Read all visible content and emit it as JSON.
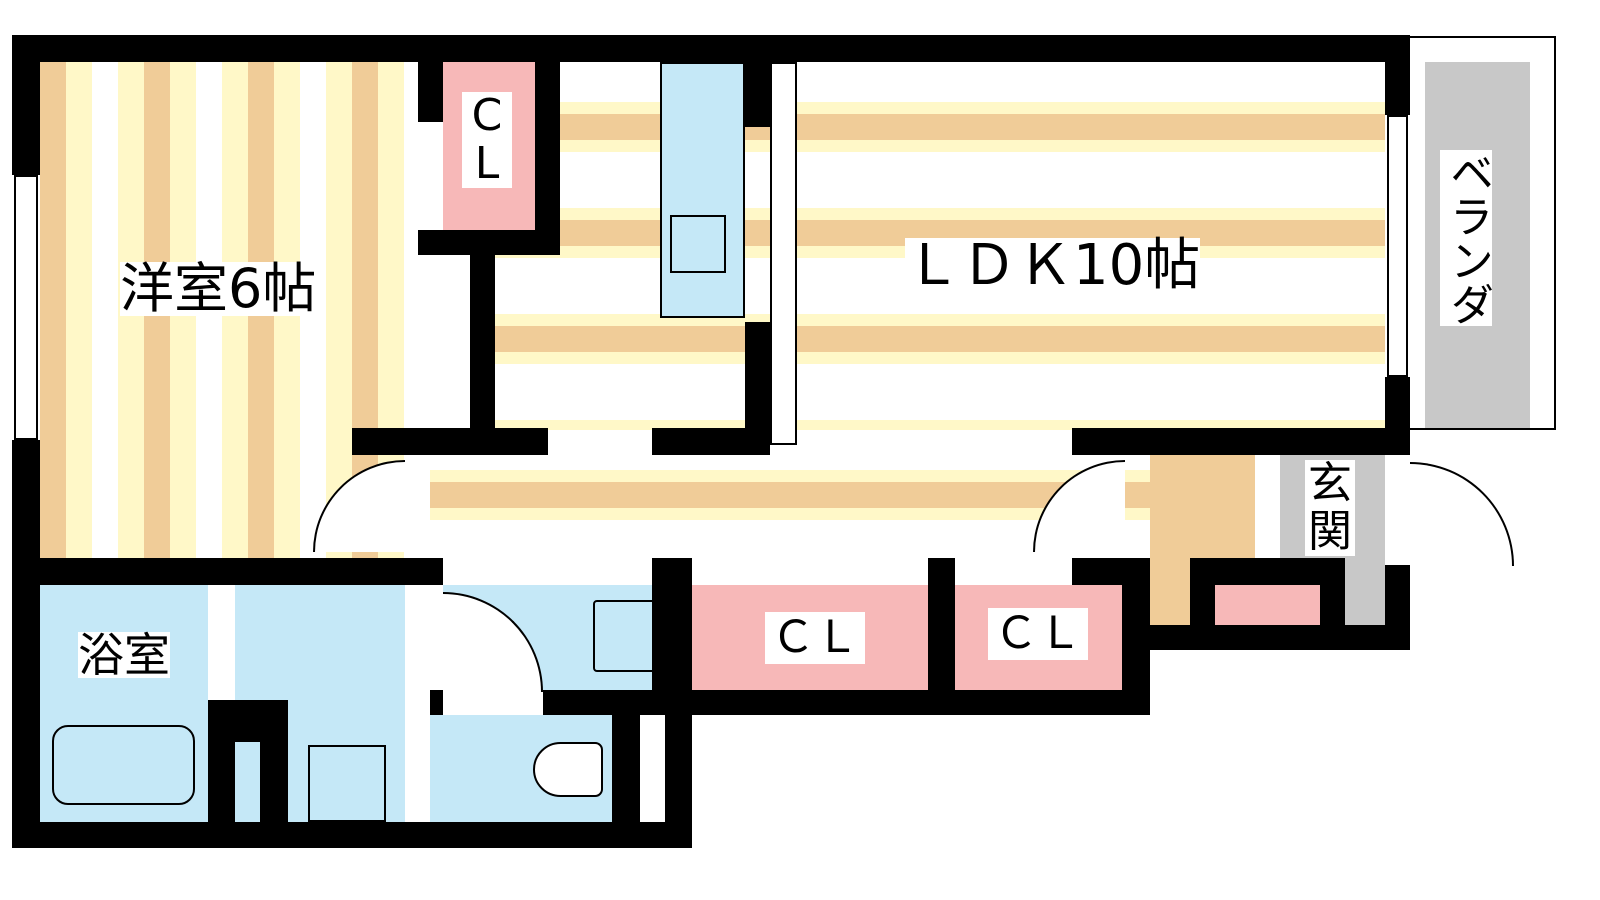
{
  "rooms": {
    "western": "洋室6帖",
    "ldk": "ＬＤＫ10帖",
    "balcony": "ベランダ",
    "entrance": "玄関",
    "bath": "浴室",
    "closet_top": "CL",
    "closet_bottom_left": "ＣＬ",
    "closet_bottom_right": "ＣＬ"
  },
  "colors": {
    "floor_tan": "#f0cc98",
    "floor_yellow": "#fff8c8",
    "closet": "#f7b8b8",
    "wet_area": "#c5e8f7",
    "balcony": "#c8c8c8",
    "wall": "#000000"
  }
}
